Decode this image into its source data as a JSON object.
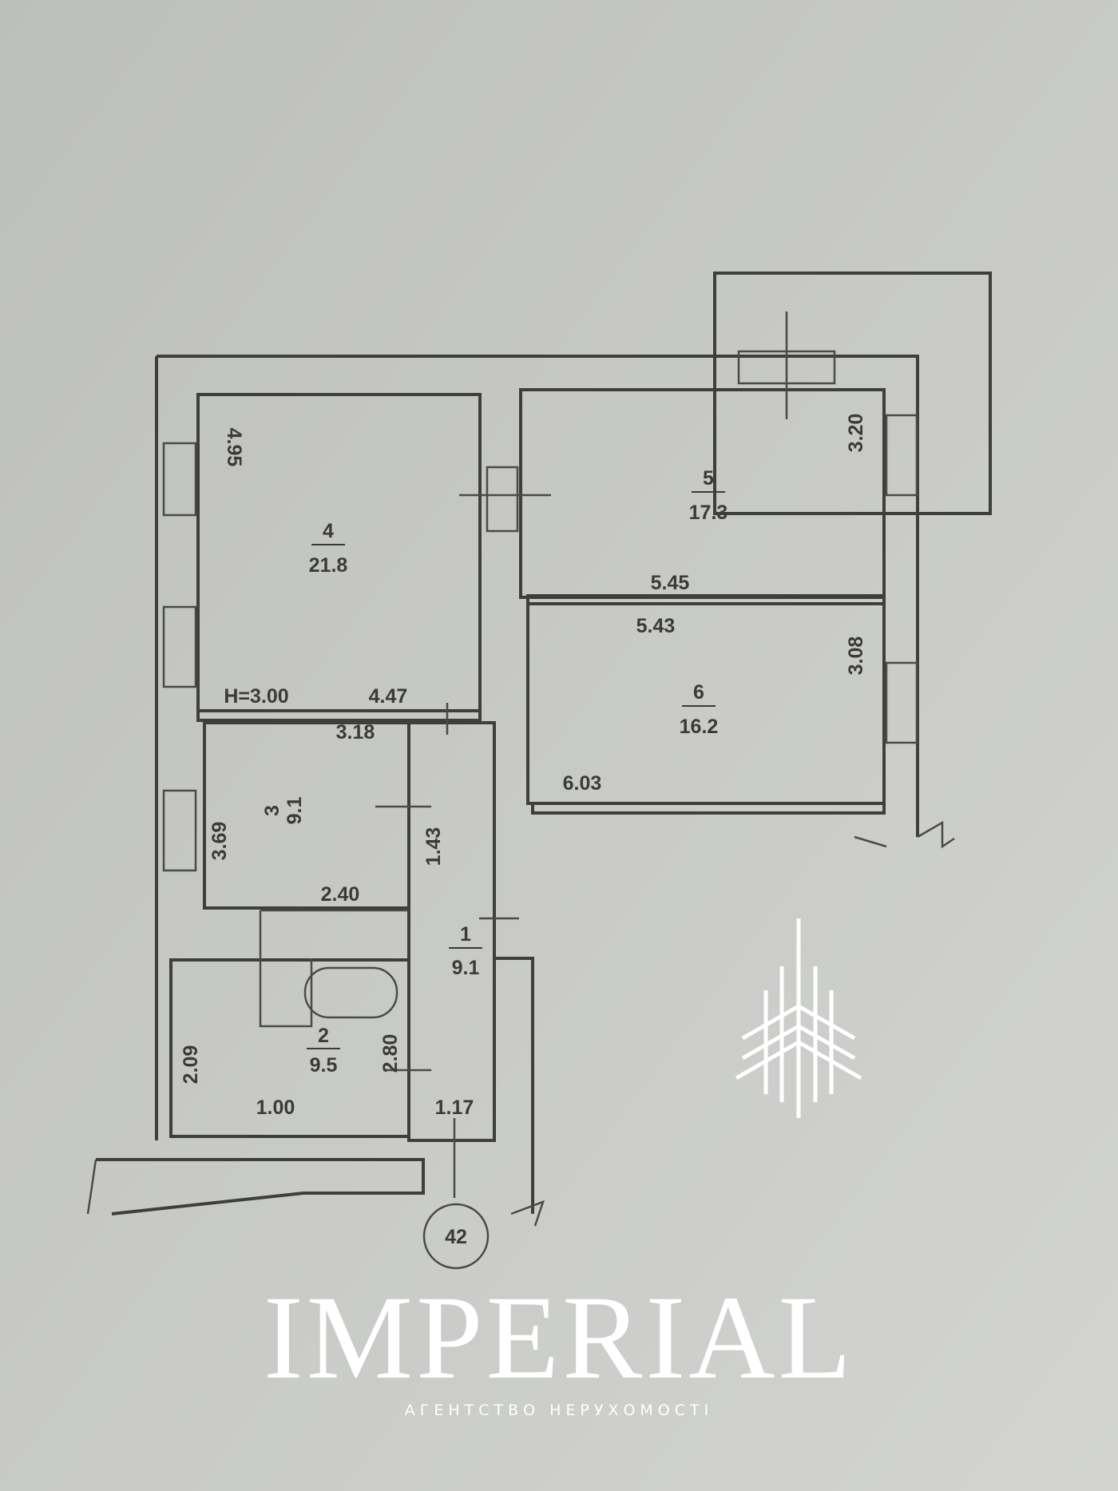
{
  "rooms": [
    {
      "number": "1",
      "area": "9.1"
    },
    {
      "number": "2",
      "area": "9.5"
    },
    {
      "number": "3",
      "area": "9.1"
    },
    {
      "number": "4",
      "area": "21.8"
    },
    {
      "number": "5",
      "area": "17.3"
    },
    {
      "number": "6",
      "area": "16.2"
    }
  ],
  "dimensions": {
    "d495": "4.95",
    "d320": "3.20",
    "d545": "5.45",
    "d543": "5.43",
    "d308": "3.08",
    "height": "H=3.00",
    "d447": "4.47",
    "d318": "3.18",
    "d369": "3.69",
    "d240": "2.40",
    "d209": "2.09",
    "d280": "2.80",
    "d100": "1.00",
    "d117": "1.17",
    "d603": "6.03",
    "d143": "1.43"
  },
  "building_number": "42",
  "watermark": {
    "brand": "IMPERIAL",
    "tagline": "АГЕНТСТВО НЕРУХОМОСТІ"
  },
  "colors": {
    "paper": "#c3c5c2",
    "ink": "#3e3f3d",
    "watermark": "#ffffff"
  }
}
